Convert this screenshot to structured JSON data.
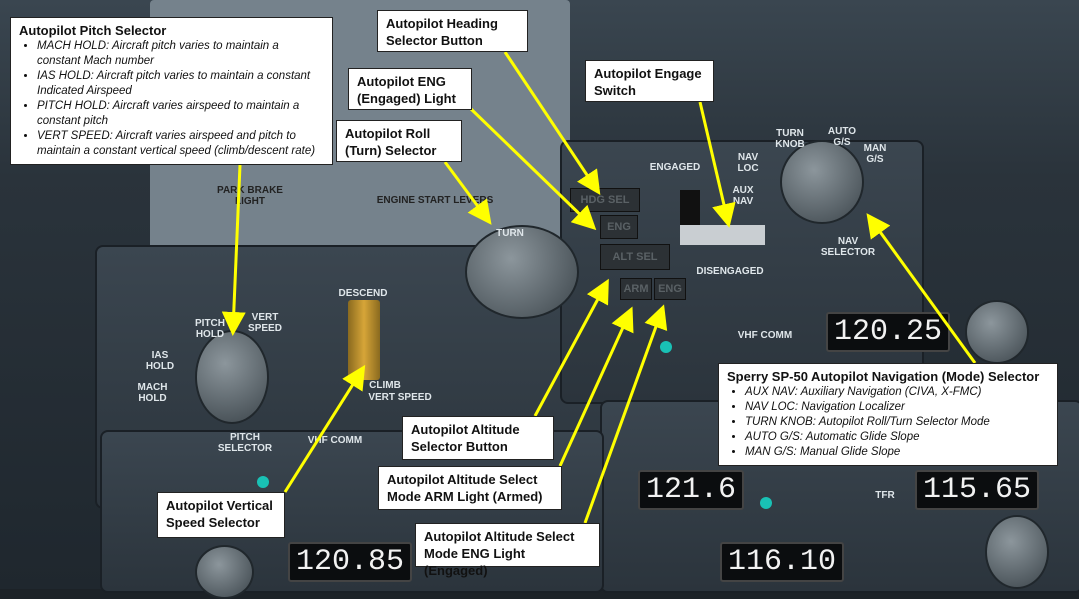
{
  "callouts": {
    "pitch": {
      "title": "Autopilot Pitch Selector",
      "items": [
        "MACH HOLD:  Aircraft pitch varies to maintain a constant Mach number",
        "IAS HOLD:   Aircraft pitch varies to maintain a constant Indicated Airspeed",
        "PITCH HOLD:   Aircraft varies airspeed to maintain a constant pitch",
        "VERT SPEED: Aircraft varies airspeed and pitch to maintain a constant vertical speed (climb/descent rate)"
      ]
    },
    "heading": "Autopilot Heading Selector Button",
    "eng_light": "Autopilot ENG (Engaged) Light",
    "engage_switch": "Autopilot Engage Switch",
    "roll": "Autopilot Roll (Turn) Selector",
    "nav": {
      "title": "Sperry SP-50 Autopilot Navigation (Mode) Selector",
      "items": [
        "AUX NAV:  Auxiliary Navigation (CIVA, X-FMC)",
        "NAV LOC:  Navigation Localizer",
        "TURN KNOB: Autopilot Roll/Turn Selector Mode",
        "AUTO G/S:  Automatic Glide Slope",
        "MAN G/S: Manual Glide Slope"
      ]
    },
    "vert_speed": "Autopilot Vertical Speed Selector",
    "alt_sel": "Autopilot Altitude Selector Button",
    "alt_arm": "Autopilot Altitude Select Mode ARM Light (Armed)",
    "alt_eng": "Autopilot Altitude Select Mode ENG Light (Engaged)"
  },
  "panel": {
    "hdg_sel": "HDG SEL",
    "eng": "ENG",
    "alt_sel": "ALT SEL",
    "arm": "ARM",
    "alt_eng": "ENG",
    "engaged": "ENGAGED",
    "disengaged": "DISENGAGED",
    "nav_selector": "NAV SELECTOR",
    "pitch_selector": "PITCH SELECTOR",
    "turn": "TURN",
    "descend": "DESCEND",
    "climb": "CLIMB",
    "vert_speed": "VERT SPEED",
    "ias_hold": "IAS HOLD",
    "mach_hold": "MACH HOLD",
    "pitch_hold": "PITCH HOLD",
    "vert_speed_pos": "VERT SPEED",
    "aux_nav": "AUX NAV",
    "nav_loc": "NAV LOC",
    "turn_knob": "TURN KNOB",
    "auto_gs": "AUTO G/S",
    "man_gs": "MAN G/S",
    "vhf_comm_1": "VHF COMM",
    "vhf_comm_2": "VHF COMM",
    "freq_1": "120.25",
    "freq_2": "121.6",
    "freq_3": "116.10",
    "freq_4": "115.65",
    "freq_5": "120.85",
    "park_brake": "PARK BRAKE LIGHT",
    "engine_start": "ENGINE START LEVERS",
    "tfr": "TFR"
  },
  "colors": {
    "arrow": "#ffff00",
    "indicator": "#19c1b5"
  }
}
